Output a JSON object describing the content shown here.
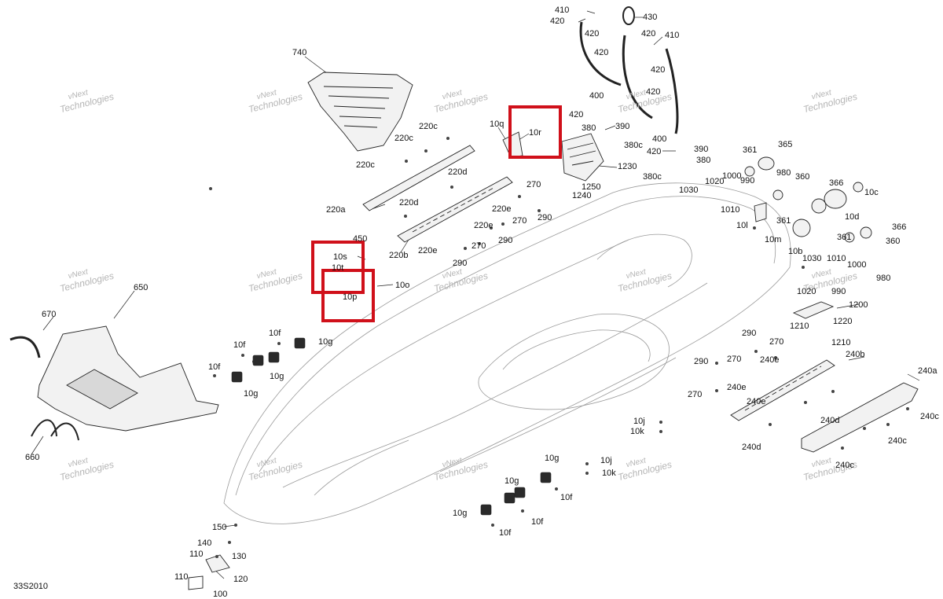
{
  "diagram": {
    "id": "33S2010",
    "watermark": {
      "line1": "vNext",
      "line2": "Technologies"
    },
    "highlight_color": "#d0101a",
    "callouts": {
      "c740": "740",
      "c410a": "410",
      "c420a": "420",
      "c420b": "420",
      "c430": "430",
      "c410b": "410",
      "c420c": "420",
      "c420d": "420",
      "c420e": "420",
      "c400a": "400",
      "c420f": "420",
      "c400b": "400",
      "c420g": "420",
      "c380": "380",
      "c390a": "390",
      "c380c_a": "380c",
      "c420h": "420",
      "c390b": "390",
      "c380b": "380",
      "c380c_b": "380c",
      "c10q": "10q",
      "c10r": "10r",
      "c1230": "1230",
      "c1250": "1250",
      "c1240": "1240",
      "c220c_a": "220c",
      "c220c_b": "220c",
      "c220c_c": "220c",
      "c220d_a": "220d",
      "c220a": "220a",
      "c220d_b": "220d",
      "c220e_a": "220e",
      "c220e_b": "220e",
      "c220e_c": "220e",
      "c220b": "220b",
      "c270a": "270",
      "c290a": "290",
      "c270b": "270",
      "c290b": "290",
      "c270c": "270",
      "c290c": "290",
      "c450": "450",
      "c10s": "10s",
      "c10t": "10t",
      "c10p": "10p",
      "c10o": "10o",
      "c361a": "361",
      "c365": "365",
      "c980a": "980",
      "c1000a": "1000",
      "c990a": "990",
      "c1030a": "1030",
      "c1020a": "1020",
      "c1010a": "1010",
      "c360a": "360",
      "c366a": "366",
      "c10c": "10c",
      "c361b": "361",
      "c10d": "10d",
      "c10l": "10l",
      "c10m": "10m",
      "c10b": "10b",
      "c361c": "361",
      "c366b": "366",
      "c360b": "360",
      "c1030b": "1030",
      "c1010b": "1010",
      "c1000b": "1000",
      "c980b": "980",
      "c1020b": "1020",
      "c990b": "990",
      "c1200": "1200",
      "c1220": "1220",
      "c1210a": "1210",
      "c1210b": "1210",
      "c290d": "290",
      "c270d": "270",
      "c290e": "290",
      "c270e": "270",
      "c240e_a": "240e",
      "c240b": "240b",
      "c270f": "270",
      "c240e_b": "240e",
      "c240e_c": "240e",
      "c240a": "240a",
      "c240c_a": "240c",
      "c240d_a": "240d",
      "c240c_b": "240c",
      "c240d_b": "240d",
      "c240c_c": "240c",
      "c650": "650",
      "c670": "670",
      "c10f_a": "10f",
      "c10f_b": "10f",
      "c10g_a": "10g",
      "c10f_c": "10f",
      "c10g_b": "10g",
      "c10g_c": "10g",
      "c660": "660",
      "c10j_a": "10j",
      "c10k_a": "10k",
      "c10j_b": "10j",
      "c10k_b": "10k",
      "c10g_d": "10g",
      "c10g_e": "10g",
      "c10f_d": "10f",
      "c10g_f": "10g",
      "c10f_e": "10f",
      "c10f_f": "10f",
      "c150": "150",
      "c140": "140",
      "c110a": "110",
      "c130": "130",
      "c110b": "110",
      "c120": "120",
      "c100": "100"
    }
  }
}
